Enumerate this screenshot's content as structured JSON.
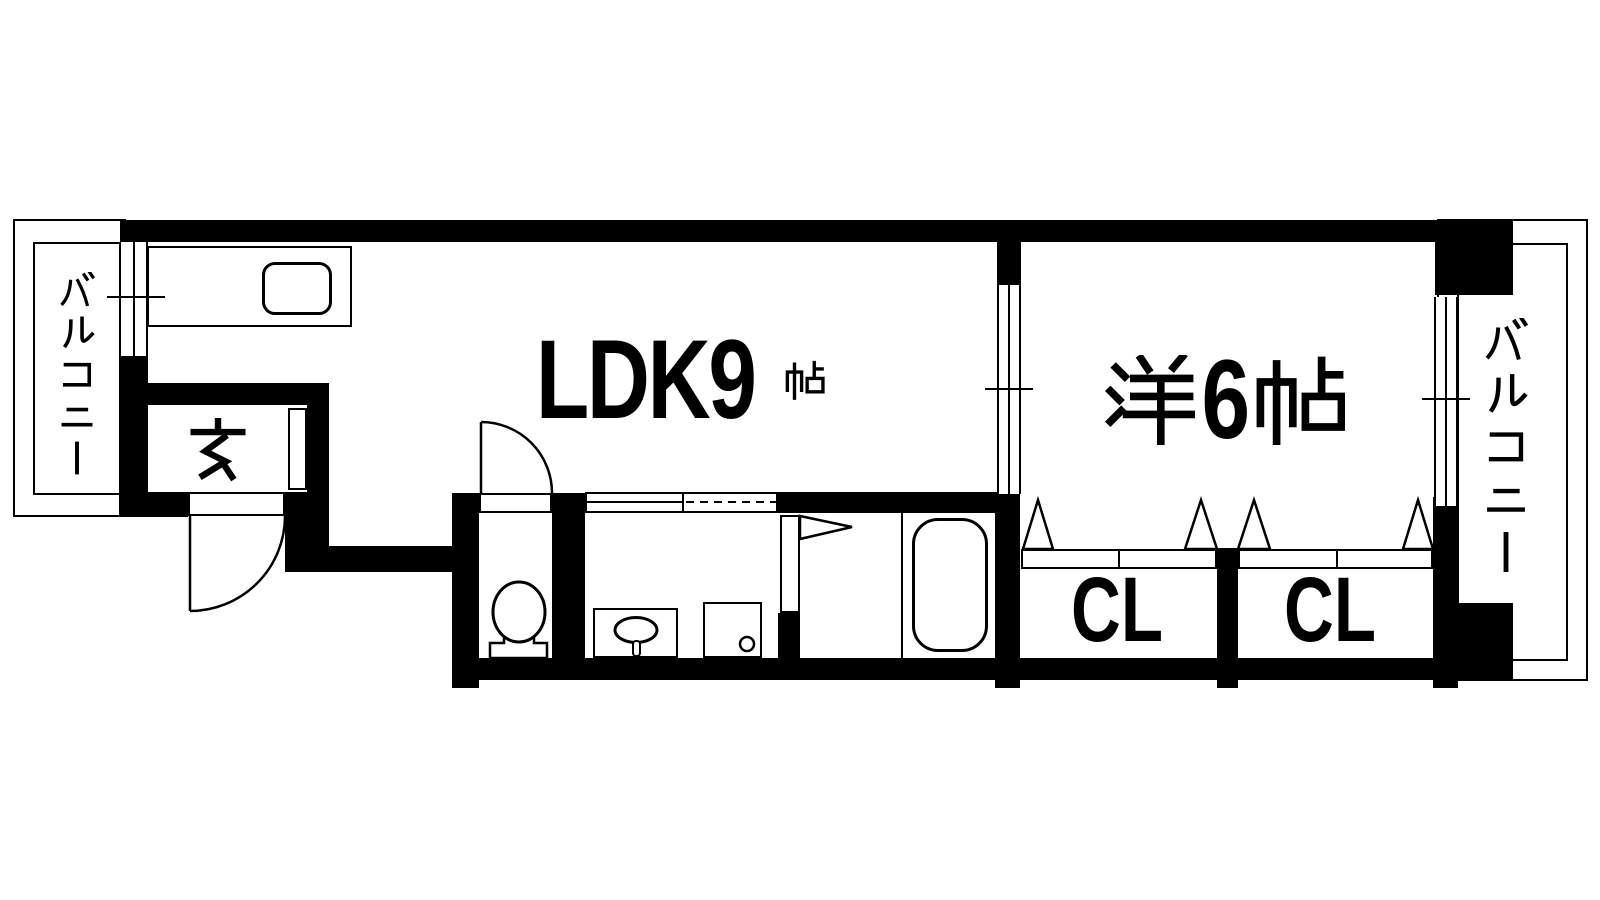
{
  "plan": {
    "colors": {
      "wall": "#000000",
      "floor": "#ffffff"
    },
    "rooms": {
      "ldk": {
        "label": "LDK9帖",
        "latin": "LDK9",
        "kanji_jou": "帖"
      },
      "western": {
        "label": "洋6帖",
        "num": "6",
        "kanji_you": "洋",
        "kanji_jou": "帖"
      },
      "genkan": {
        "label": "玄"
      },
      "closet_left": {
        "label": "CL"
      },
      "closet_right": {
        "label": "CL"
      },
      "balcony_left": {
        "label": "バルコニー"
      },
      "balcony_right": {
        "label": "バルコニー"
      }
    },
    "fixtures": [
      "kitchen-sink",
      "toilet",
      "washbasin",
      "washing-machine",
      "bathtub"
    ]
  }
}
